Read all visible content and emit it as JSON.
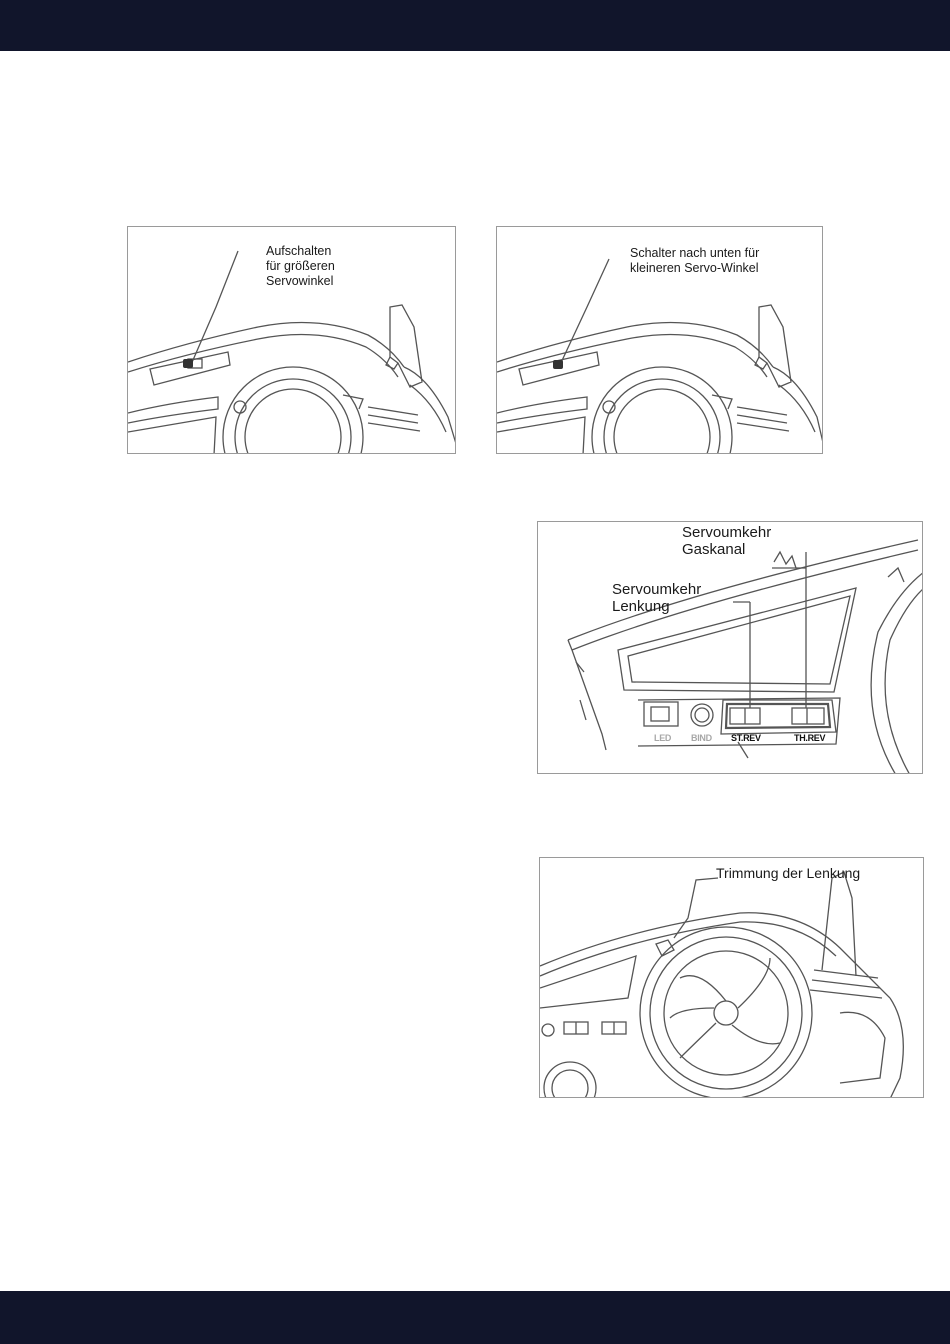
{
  "page": {
    "band_color": "#11152b"
  },
  "figure1": {
    "caption_lines": [
      "Aufschalten",
      "für größeren",
      "Servowinkel"
    ]
  },
  "figure2": {
    "caption_lines": [
      "Schalter nach unten für",
      "kleineren Servo-Winkel"
    ]
  },
  "figure3": {
    "caption_throttle_lines": [
      "Servoumkehr",
      "Gaskanal"
    ],
    "caption_steering_lines": [
      "Servoumkehr",
      "Lenkung"
    ],
    "labels": {
      "led": "LED",
      "bind": "BIND",
      "st_rev": "ST.REV",
      "th_rev": "TH.REV"
    }
  },
  "figure4": {
    "caption": "Trimmung der Lenkung"
  }
}
